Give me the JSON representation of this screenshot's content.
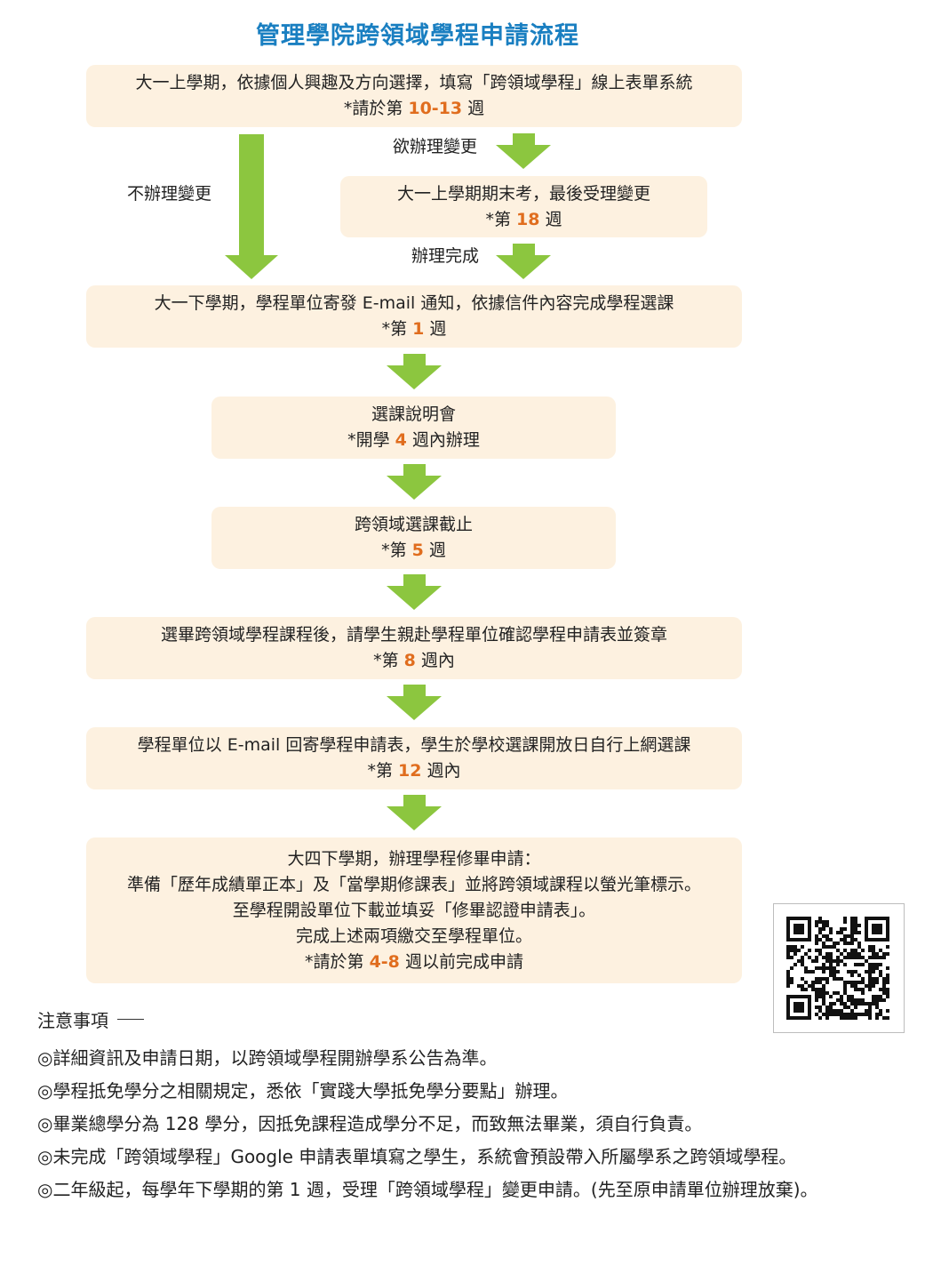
{
  "title": "管理學院跨領域學程申請流程",
  "steps": [
    {
      "id": "s1",
      "lines": [
        "大一上學期，依據個人興趣及方向選擇，填寫「跨領域學程」線上表單系統"
      ],
      "week": {
        "prefix": "*請於第 ",
        "value": "10-13",
        "suffix": " 週"
      }
    },
    {
      "id": "s2",
      "lines": [
        "大一上學期期末考，最後受理變更"
      ],
      "week": {
        "prefix": "*第 ",
        "value": "18",
        "suffix": " 週"
      }
    },
    {
      "id": "s3",
      "lines": [
        "大一下學期，學程單位寄發 E-mail 通知，依據信件內容完成學程選課"
      ],
      "week": {
        "prefix": "*第 ",
        "value": "1",
        "suffix": " 週"
      }
    },
    {
      "id": "s4",
      "lines": [
        "選課說明會"
      ],
      "week": {
        "prefix": "*開學 ",
        "value": "4",
        "suffix": " 週內辦理"
      }
    },
    {
      "id": "s5",
      "lines": [
        "跨領域選課截止"
      ],
      "week": {
        "prefix": "*第 ",
        "value": "5",
        "suffix": " 週"
      }
    },
    {
      "id": "s6",
      "lines": [
        "選畢跨領域學程課程後，請學生親赴學程單位確認學程申請表並簽章"
      ],
      "week": {
        "prefix": "*第 ",
        "value": "8",
        "suffix": " 週內"
      }
    },
    {
      "id": "s7",
      "lines": [
        "學程單位以 E-mail 回寄學程申請表，學生於學校選課開放日自行上網選課"
      ],
      "week": {
        "prefix": "*第 ",
        "value": "12",
        "suffix": " 週內"
      }
    },
    {
      "id": "s8",
      "lines": [
        "大四下學期，辦理學程修畢申請：",
        "準備「歷年成績單正本」及「當學期修課表」並將跨領域課程以螢光筆標示。",
        "至學程開設單位下載並填妥「修畢認證申請表」。",
        "完成上述兩項繳交至學程單位。"
      ],
      "week": {
        "prefix": "*請於第 ",
        "value": "4-8",
        "suffix": " 週以前完成申請"
      }
    }
  ],
  "branch_labels": {
    "no_change": "不辦理變更",
    "want_change": "欲辦理變更",
    "done": "辦理完成"
  },
  "notes_title": "注意事項",
  "notes": [
    "◎詳細資訊及申請日期，以跨領域學程開辦學系公告為準。",
    "◎學程抵免學分之相關規定，悉依「實踐大學抵免學分要點」辦理。",
    "◎畢業總學分為 128 學分，因抵免課程造成學分不足，而致無法畢業，須自行負責。",
    "◎未完成「跨領域學程」Google 申請表單填寫之學生，系統會預設帶入所屬學系之跨領域學程。",
    "◎二年級起，每學年下學期的第 1 週，受理「跨領域學程」變更申請。(先至原申請單位辦理放棄)。"
  ],
  "colors": {
    "title": "#1a7fc1",
    "box_fill": "#fdf1e0",
    "arrow": "#8cc63f",
    "highlight": "#e06d1e"
  },
  "icons": {
    "arrow": "green-down-arrow-icon",
    "qr": "qr-code-icon"
  }
}
